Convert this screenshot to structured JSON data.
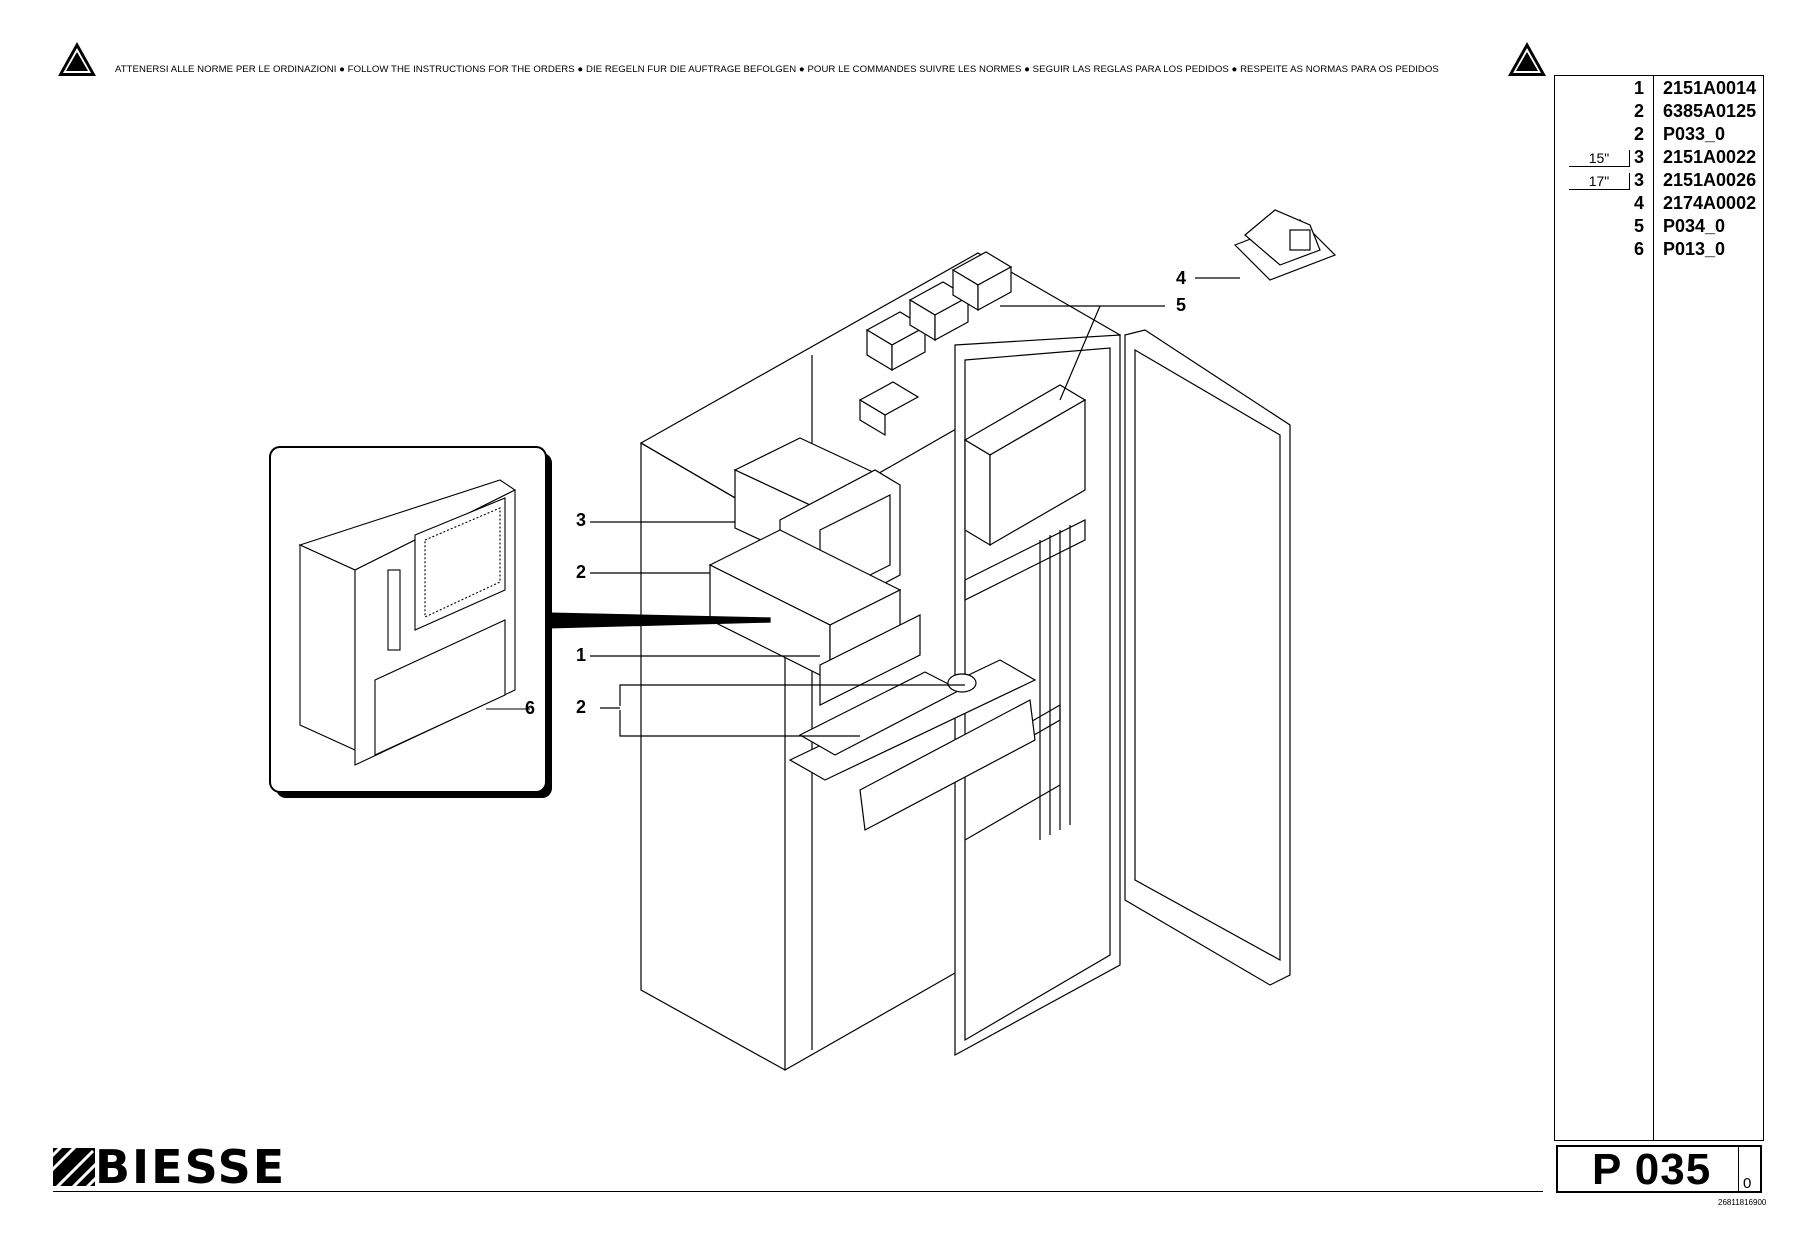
{
  "header": {
    "notice": "ATTENERSI ALLE NORME PER LE ORDINAZIONI  ●  FOLLOW THE INSTRUCTIONS FOR THE ORDERS  ●  DIE REGELN FUR DIE AUFTRAGE BEFOLGEN  ●  POUR LE COMMANDES SUIVRE LES NORMES  ●  SEGUIR LAS REGLAS PARA LOS PEDIDOS  ●  RESPEITE AS NORMAS PARA OS PEDIDOS",
    "warning_icon": "warning-triangle-icon"
  },
  "parts": [
    {
      "qty": "1",
      "code": "2151A0014",
      "size": ""
    },
    {
      "qty": "2",
      "code": "6385A0125",
      "size": ""
    },
    {
      "qty": "2",
      "code": "P033_0",
      "size": ""
    },
    {
      "qty": "3",
      "code": "2151A0022",
      "size": "15\""
    },
    {
      "qty": "3",
      "code": "2151A0026",
      "size": "17\""
    },
    {
      "qty": "4",
      "code": "2174A0002",
      "size": ""
    },
    {
      "qty": "5",
      "code": "P034_0",
      "size": ""
    },
    {
      "qty": "6",
      "code": "P013_0",
      "size": ""
    }
  ],
  "callouts": {
    "monitor": "3",
    "cpu": "2",
    "panel": "1",
    "keyboard": "2",
    "footswitch": "4",
    "modules": "5",
    "detail_keyboard": "6"
  },
  "page": {
    "label": "P 035",
    "revision": "0",
    "doc_number": "26811816900"
  },
  "logo": {
    "text": "BIESSE"
  }
}
